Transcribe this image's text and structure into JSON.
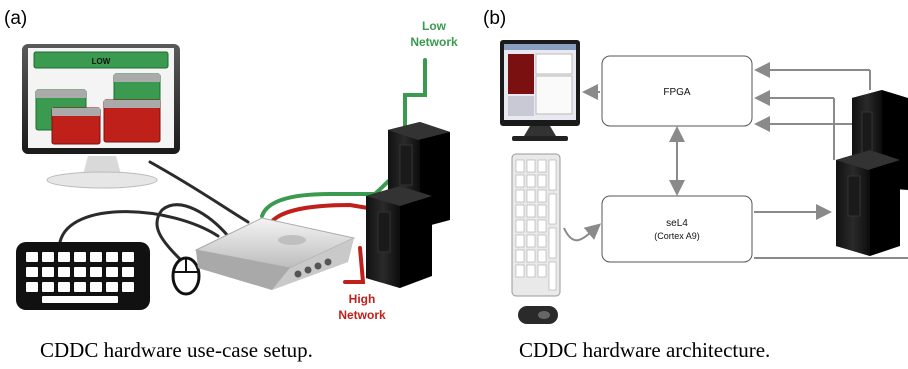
{
  "panel_a": {
    "label": "(a)",
    "screen_label": "LOW",
    "low_network": [
      "Low",
      "Network"
    ],
    "high_network": [
      "High",
      "Network"
    ],
    "caption": "CDDC hardware use-case setup.",
    "colors": {
      "low": "#3a9a4f",
      "high": "#c0201a"
    }
  },
  "panel_b": {
    "label": "(b)",
    "fpga_label": "FPGA",
    "sel4_label": "seL4",
    "sel4_sub": "(Cortex A9)",
    "caption": "CDDC hardware architecture."
  }
}
